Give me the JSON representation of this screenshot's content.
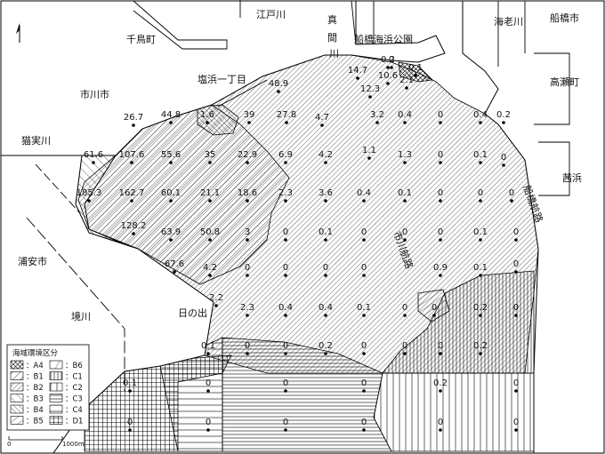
{
  "places": {
    "edogawa": "江戸川",
    "chidori": "千鳥町",
    "ma": "真",
    "ma2": "間",
    "kawa": "川",
    "park": "船橋海浜公園",
    "ebigawa": "海老川",
    "funabashi": "船橋市",
    "takase": "高瀬町",
    "shiohama": "塩浜一丁目",
    "ichikawa": "市川市",
    "nekozane": "猫実川",
    "urayasu": "浦安市",
    "sakaigawa": "境川",
    "hinode": "日の出",
    "akanehama": "茜浜",
    "ichikawa_route": "市川航路",
    "funabashi_route": "船橋航路"
  },
  "legend": {
    "title": "海域環境区分",
    "items": [
      {
        "code": "：A4",
        "pattern": "pA4"
      },
      {
        "code": "：B6",
        "pattern": "pB6"
      },
      {
        "code": "：B1",
        "pattern": "pB1"
      },
      {
        "code": "：C1",
        "pattern": "pC1"
      },
      {
        "code": "：B2",
        "pattern": "pB2"
      },
      {
        "code": "：C2",
        "pattern": "pC2"
      },
      {
        "code": "：B3",
        "pattern": "pB3"
      },
      {
        "code": "：C3",
        "pattern": "pC3"
      },
      {
        "code": "：B4",
        "pattern": "pB4"
      },
      {
        "code": "：C4",
        "pattern": "pC4"
      },
      {
        "code": "：B5",
        "pattern": "pB5"
      },
      {
        "code": "：D1",
        "pattern": "pD1"
      }
    ]
  },
  "scale": {
    "zero": "0",
    "end": "1000m"
  },
  "values": [
    "0.2",
    "0",
    "0.1",
    "14.7",
    "10.6",
    "2.1",
    "12.3",
    "48.9",
    "26.7",
    "44.8",
    "1.6",
    "39",
    "27.8",
    "4.7",
    "3.2",
    "0.4",
    "0",
    "0.4",
    "0.2",
    "61.6",
    "107.6",
    "55.6",
    "35",
    "22.9",
    "6.9",
    "4.2",
    "1.1",
    "1.3",
    "0",
    "0.1",
    "0",
    "185.3",
    "162.7",
    "60.1",
    "21.1",
    "18.6",
    "2.3",
    "3.6",
    "0.4",
    "0.1",
    "0",
    "0",
    "0",
    "128.2",
    "63.9",
    "50.8",
    "3",
    "0",
    "0.1",
    "0",
    "0",
    "0",
    "0.1",
    "0",
    "67.6",
    "4.2",
    "0",
    "0",
    "0",
    "0",
    "0.9",
    "0.1",
    "0",
    "2.2",
    "2.3",
    "0.4",
    "0.4",
    "0.1",
    "0",
    "0",
    "0.2",
    "0",
    "0.1",
    "0",
    "0",
    "0.2",
    "0",
    "0",
    "0",
    "0.2",
    "0.1",
    "0",
    "0",
    "0",
    "0.2",
    "0",
    "0",
    "0",
    "0",
    "0",
    "0",
    "0"
  ]
}
